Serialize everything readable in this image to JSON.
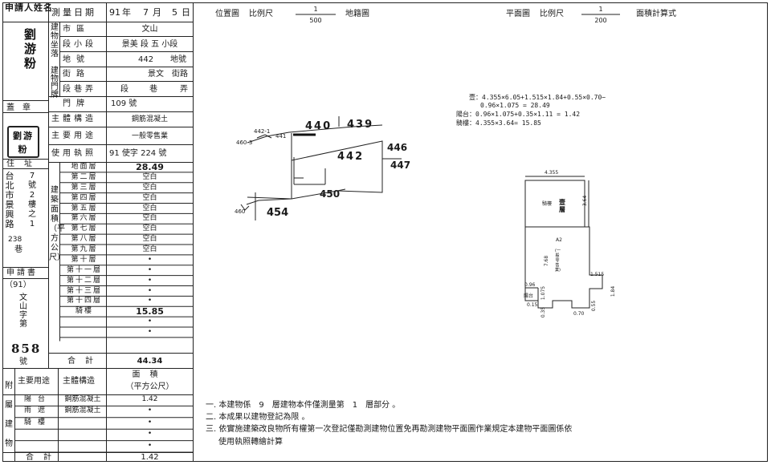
{
  "header": {
    "applicant_label": "申請人姓名",
    "applicant_name": "劉游粉",
    "survey_date_label": "測量日期",
    "survey_year": "91",
    "year_unit": "年",
    "survey_month": "7",
    "month_unit": "月",
    "survey_day": "5",
    "day_unit": "日"
  },
  "location": {
    "group_label": "建物坐落",
    "district_label": "市區",
    "district": "文山",
    "section_label": "段小段",
    "section": "景美 段 五 小段",
    "lot_label": "地號",
    "lot": "442",
    "lot_unit": "地號"
  },
  "door": {
    "group_label": "建物門牌",
    "street_label": "街路",
    "street": "景文",
    "street_unit": "街路",
    "lane_label": "段巷弄",
    "lane_parts": [
      "段",
      "巷",
      "弄"
    ],
    "number_label": "門牌",
    "number": "109 號"
  },
  "building": {
    "seal_label": "蓋章",
    "seal_text": "劉游粉",
    "structure_label": "主體構造",
    "structure": "鋼筋混凝土",
    "use_label": "主要用途",
    "use": "一般零售業",
    "permit_label": "使用執照",
    "permit": "91 使字 224 號"
  },
  "address": {
    "label": "住址",
    "columns": [
      "台北市景興路",
      "238",
      "巷",
      "7號2樓之1"
    ]
  },
  "area": {
    "group_label": "建築面積（平方公尺）",
    "floors": [
      {
        "label": "地面層",
        "value": "28.49"
      },
      {
        "label": "第二層",
        "value": "空白"
      },
      {
        "label": "第三層",
        "value": "空白"
      },
      {
        "label": "第四層",
        "value": "空白"
      },
      {
        "label": "第五層",
        "value": "空白"
      },
      {
        "label": "第六層",
        "value": "空白"
      },
      {
        "label": "第七層",
        "value": "空白"
      },
      {
        "label": "第八層",
        "value": "空白"
      },
      {
        "label": "第九層",
        "value": "空白"
      },
      {
        "label": "第十層",
        "value": "•"
      },
      {
        "label": "第十一層",
        "value": "•"
      },
      {
        "label": "第十二層",
        "value": "•"
      },
      {
        "label": "第十三層",
        "value": "•"
      },
      {
        "label": "第十四層",
        "value": "•"
      },
      {
        "label": "騎樓",
        "value": "15.85"
      },
      {
        "label": "",
        "value": "•"
      },
      {
        "label": "",
        "value": "•"
      }
    ],
    "total_label": "合計",
    "total": "44.34"
  },
  "application": {
    "label": "申請書",
    "year": "（91）",
    "word": "文山字第",
    "number": "858",
    "number_unit": "號"
  },
  "annex": {
    "group_label": "附屬建物",
    "col_use": "主要用途",
    "col_structure": "主體構造",
    "col_area": "面積",
    "col_area_unit": "（平方公尺）",
    "rows": [
      {
        "use": "陽台",
        "structure": "鋼筋混凝土",
        "area": "1.42"
      },
      {
        "use": "雨遮",
        "structure": "鋼筋混凝土",
        "area": "•"
      },
      {
        "use": "騎樓",
        "structure": "",
        "area": "•"
      },
      {
        "use": "",
        "structure": "",
        "area": "•"
      },
      {
        "use": "",
        "structure": "",
        "area": "•"
      }
    ],
    "total_label": "合計",
    "total": "1.42"
  },
  "location_map": {
    "label": "位置圖",
    "scale_label": "比例尺",
    "scale_num": "1",
    "scale_den": "500",
    "type_label": "地籍圖",
    "parcels": [
      "440",
      "439",
      "442",
      "446",
      "447",
      "450",
      "454",
      "442-1",
      "441",
      "460-3",
      "460"
    ]
  },
  "plan": {
    "label": "平面圖",
    "scale_label": "比例尺",
    "scale_num": "1",
    "scale_den": "200",
    "calc_label": "面積計算式",
    "formulas": [
      "壹：4.355×6.05+1.515×1.84+0.55×0.70−",
      "0.96×1.075 = 28.49",
      "陽台：0.96×1.075+0.35×1.11 = 1.42",
      "騎樓：4.355×3.64= 15.85"
    ],
    "dims": {
      "top": "4.355",
      "arcade_h": "3.64",
      "arcade_name": "騎樓",
      "floor1": "壹層",
      "a2": "A2",
      "h768": "7.68",
      "use_v": "(一般零售業)",
      "w1515": "1.515",
      "h184": "1.84",
      "w096": "0.96",
      "h1075": "1.075",
      "balcony": "陽台",
      "w015": "0.15",
      "w035": "0.35",
      "w070": "0.70",
      "h055": "0.55"
    }
  },
  "notes": [
    "一. 本建物係　9　層建物本件僅測量第　1　層部分 。",
    "二. 本成果以建物登記為限 。",
    "三. 依實施建築改良物所有權第一次登記僅勘測建物位置免再勘測建物平面圖作業規定本建物平面圖係依",
    "使用執照轉繪計算"
  ]
}
